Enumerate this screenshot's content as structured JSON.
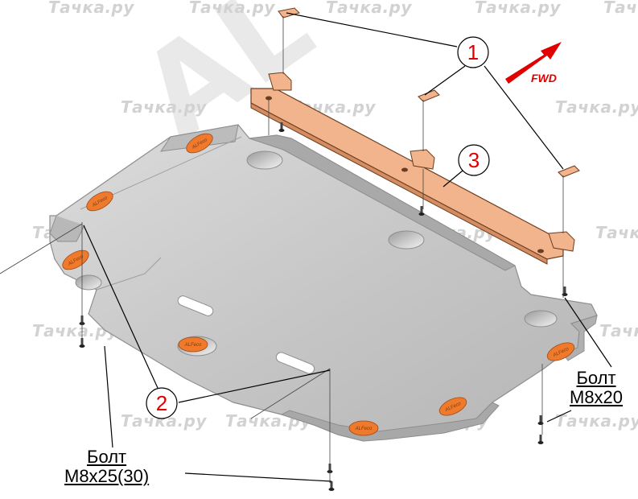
{
  "watermark": {
    "text": "Тачка.ру",
    "brand": "AL"
  },
  "direction_label": "FWD",
  "callouts": [
    {
      "number": "1"
    },
    {
      "number": "2"
    },
    {
      "number": "3"
    }
  ],
  "bolt_labels": {
    "right": {
      "line1": "Болт",
      "line2": "M8x20"
    },
    "left": {
      "line1": "Болт",
      "line2": "M8x25(30)"
    }
  },
  "pad_logo": "ALFeco",
  "colors": {
    "plate": "#c9c9c9",
    "plate_edge": "#8e8e8e",
    "bracket": "#f2b48d",
    "pad": "#f07a2c",
    "callout": "#e00000",
    "arrow": "#e00000"
  }
}
